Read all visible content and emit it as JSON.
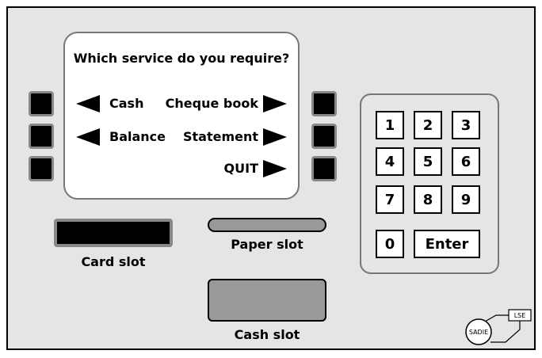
{
  "screen": {
    "prompt": "Which service do you require?",
    "left_options": [
      "Cash",
      "Balance"
    ],
    "right_options": [
      "Cheque book",
      "Statement",
      "QUIT"
    ]
  },
  "keypad": {
    "keys": [
      "1",
      "2",
      "3",
      "4",
      "5",
      "6",
      "7",
      "8",
      "9",
      "0"
    ],
    "enter_label": "Enter"
  },
  "slots": {
    "card": "Card slot",
    "paper": "Paper slot",
    "cash": "Cash slot"
  },
  "logo": {
    "sadie": "SADIE",
    "lse": "LSE"
  }
}
